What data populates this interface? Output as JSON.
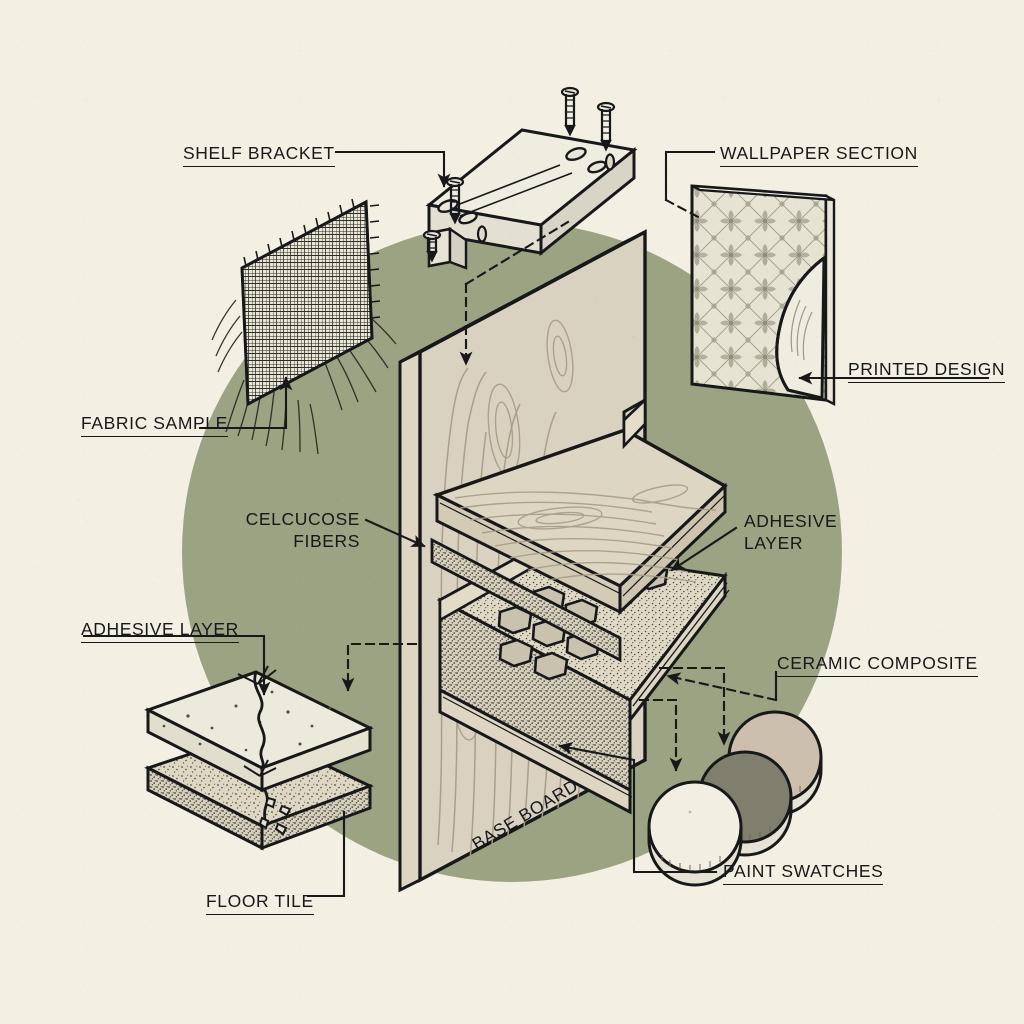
{
  "diagram": {
    "title": "Exploded isometric material sample board",
    "background_color": "#f3f0e3",
    "accent_circle_color": "#9ba383",
    "ink_color": "#17181a",
    "wood_color": "#d9d2c0",
    "tile_color": "#eceadb"
  },
  "labels": {
    "shelf_bracket": "SHELF BRACKET",
    "wallpaper_section": "WALLPAPER SECTION",
    "fabric_sample": "FABRIC SAMPLE",
    "printed_design": "PRINTED DESIGN",
    "cellulose_fibers": "CELCUCOSE\nFIBERS",
    "adhesive_layer_right": "ADHESIVE\nLAYER",
    "adhesive_layer_left": "ADHESIVE LAYER",
    "ceramic_composite": "CERAMIC COMPOSITE",
    "floor_tile": "FLOOR TILE",
    "paint_swatches": "PAINT SWATCHES",
    "base_board": "BASE BOARD"
  },
  "paint_swatches": [
    {
      "name": "swatch-cream",
      "color": "#f2efe2"
    },
    {
      "name": "swatch-olive-gray",
      "color": "#807f6e"
    },
    {
      "name": "swatch-tan",
      "color": "#cdbfad"
    }
  ],
  "components": [
    {
      "name": "shelf-bracket",
      "label": "SHELF BRACKET"
    },
    {
      "name": "wallpaper-section",
      "label": "WALLPAPER SECTION"
    },
    {
      "name": "fabric-sample",
      "label": "FABRIC SAMPLE"
    },
    {
      "name": "printed-design",
      "label": "PRINTED DESIGN"
    },
    {
      "name": "cellulose-fibers",
      "label": "CELCUCOSE FIBERS"
    },
    {
      "name": "adhesive-layer",
      "label": "ADHESIVE LAYER"
    },
    {
      "name": "ceramic-composite",
      "label": "CERAMIC COMPOSITE"
    },
    {
      "name": "floor-tile",
      "label": "FLOOR TILE"
    },
    {
      "name": "paint-swatches",
      "label": "PAINT SWATCHES"
    },
    {
      "name": "base-board",
      "label": "BASE BOARD"
    }
  ]
}
